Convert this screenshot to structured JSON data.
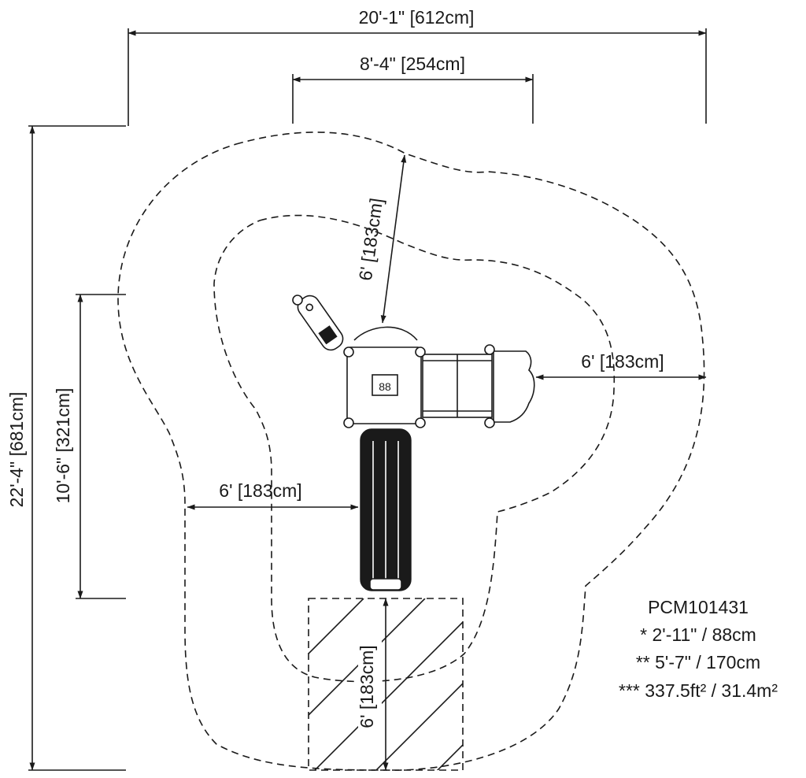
{
  "dimensions": {
    "overall_width": "20'-1\" [612cm]",
    "inner_width": "8'-4\" [254cm]",
    "overall_depth": "22'-4\" [681cm]",
    "inner_depth": "10'-6\" [321cm]",
    "clearance_top": "6' [183cm]",
    "clearance_right": "6' [183cm]",
    "clearance_left": "6' [183cm]",
    "clearance_bottom": "6' [183cm]"
  },
  "equipment": {
    "deck_label": "88"
  },
  "info": {
    "model": "PCM101431",
    "height_1": "* 2'-11\" / 88cm",
    "height_2": "** 5'-7\" / 170cm",
    "area": "*** 337.5ft² / 31.4m²"
  }
}
